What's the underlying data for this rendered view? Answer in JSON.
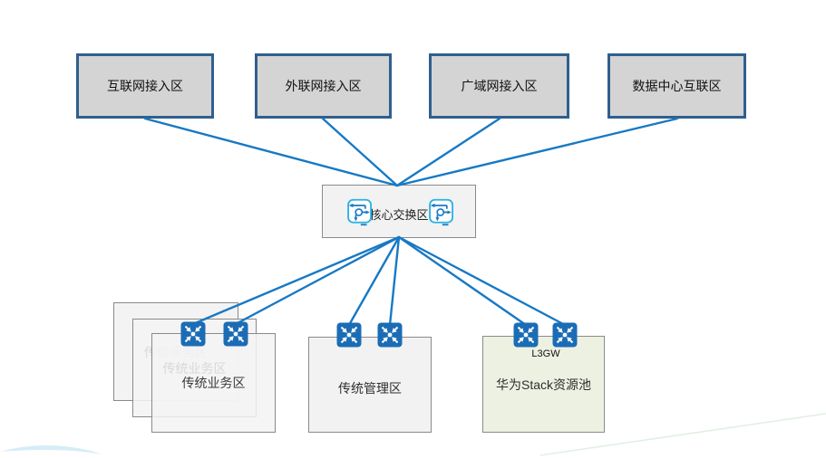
{
  "top_zones": [
    {
      "label": "互联网接入区"
    },
    {
      "label": "外联网接入区"
    },
    {
      "label": "广域网接入区"
    },
    {
      "label": "数据中心互联区"
    }
  ],
  "core_zone": {
    "label": "核心交换区"
  },
  "bottom_zones": {
    "business": {
      "label": "传统业务区",
      "middle_label": "传统业务区",
      "back_label": "传统业务区"
    },
    "management": {
      "label": "传统管理区"
    },
    "stack_pool": {
      "label": "华为Stack资源池",
      "gateway_label": "L3GW"
    }
  },
  "icons": {
    "core_router": "router-icon",
    "access_switch": "switch-icon"
  },
  "colors": {
    "zone_box_fill": "#d4d4d4",
    "zone_box_border": "#2f5f8f",
    "connector": "#1779c4",
    "switch_icon": "#1b6cb5",
    "router_outline": "#29b1e6",
    "router_arrows": "#1779c4",
    "panel_fill": "#f2f2f2",
    "panel_border": "#8a8a8a",
    "stack_pool_fill": "#edf1e2",
    "decor_green": "#e3efe3",
    "decor_cyan": "#cfe9f6"
  }
}
